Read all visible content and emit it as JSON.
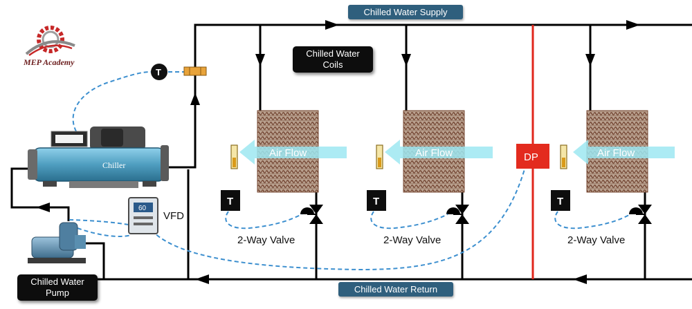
{
  "brand": {
    "name": "MEP Academy"
  },
  "labels": {
    "supply": "Chilled Water Supply",
    "return": "Chilled Water Return",
    "coils_line1": "Chilled Water",
    "coils_line2": "Coils",
    "pump_line1": "Chilled Water",
    "pump_line2": "Pump",
    "chiller": "Chiller",
    "vfd": "VFD",
    "vfd_display": "60",
    "dp": "DP",
    "sensor": "T",
    "air_flow": "Air Flow",
    "valve": "2-Way Valve"
  },
  "colors": {
    "pipe": "#000000",
    "control_line": "#3c8fcf",
    "dp_line": "#e0261b",
    "dp_box": "#e32b1e",
    "air_flow": "#9ee8f2",
    "chiller_body": "#5aa9c9",
    "label_blue": "#2f5f7d",
    "coil": "#8a5a45"
  },
  "icons": [
    "gear-logo-icon",
    "temperature-sensor-icon",
    "two-way-valve-icon",
    "thermometer-icon",
    "pump-icon",
    "vfd-icon",
    "chiller-icon",
    "flow-arrow-icon"
  ]
}
